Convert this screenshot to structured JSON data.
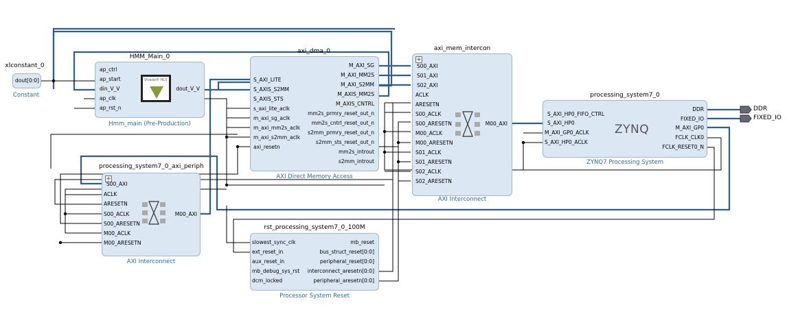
{
  "constant": {
    "instance": "xlconstant_0",
    "port": "dout[0:0]",
    "subtitle": "Constant"
  },
  "hmm": {
    "instance": "HMM_Main_0",
    "subtitle": "Hmm_main (Pre-Production)",
    "logo_text": "Vivado® HLS",
    "ports_left": [
      "ap_ctrl",
      "ap_start",
      "din_V_V",
      "ap_clk",
      "ap_rst_n"
    ],
    "ports_right": [
      "dout_V_V"
    ]
  },
  "dma": {
    "instance": "axi_dma_0",
    "subtitle": "AXI Direct Memory Access",
    "ports_left": [
      "S_AXI_LITE",
      "S_AXIS_S2MM",
      "S_AXIS_STS",
      "s_axi_lite_aclk",
      "m_axi_sg_aclk",
      "m_axi_mm2s_aclk",
      "m_axi_s2mm_aclk",
      "axi_resetn"
    ],
    "ports_right": [
      "M_AXI_SG",
      "M_AXI_MM2S",
      "M_AXI_S2MM",
      "M_AXIS_MM2S",
      "M_AXIS_CNTRL",
      "mm2s_prmry_reset_out_n",
      "mm2s_cntrl_reset_out_n",
      "s2mm_prmry_reset_out_n",
      "s2mm_sts_reset_out_n",
      "mm2s_introut",
      "s2mm_introut"
    ]
  },
  "mem": {
    "instance": "axi_mem_intercon",
    "subtitle": "AXI Interconnect",
    "ports_left": [
      "S00_AXI",
      "S01_AXI",
      "S02_AXI",
      "ACLK",
      "ARESETN",
      "S00_ACLK",
      "S00_ARESETN",
      "M00_ACLK",
      "M00_ARESETN",
      "S01_ACLK",
      "S01_ARESETN",
      "S02_ACLK",
      "S02_ARESETN"
    ],
    "ports_right": [
      "M00_AXI"
    ]
  },
  "ps7": {
    "instance": "processing_system7_0",
    "subtitle": "ZYNQ7 Processing System",
    "logo_text": "ZYNQ",
    "ports_left": [
      "S_AXI_HP0_FIFO_CTRL",
      "S_AXI_HP0",
      "M_AXI_GP0_ACLK",
      "S_AXI_HP0_ACLK"
    ],
    "ports_right": [
      "DDR",
      "FIXED_IO",
      "M_AXI_GP0",
      "FCLK_CLK0",
      "FCLK_RESET0_N"
    ]
  },
  "periph": {
    "instance": "processing_system7_0_axi_periph",
    "subtitle": "AXI Interconnect",
    "ports_left": [
      "S00_AXI",
      "ACLK",
      "ARESETN",
      "S00_ACLK",
      "S00_ARESETN",
      "M00_ACLK",
      "M00_ARESETN"
    ],
    "ports_right": [
      "M00_AXI"
    ]
  },
  "rst": {
    "instance": "rst_processing_system7_0_100M",
    "subtitle": "Processor System Reset",
    "ports_left": [
      "slowest_sync_clk",
      "ext_reset_in",
      "aux_reset_in",
      "mb_debug_sys_rst",
      "dcm_locked"
    ],
    "ports_right": [
      "mb_reset",
      "bus_struct_reset[0:0]",
      "peripheral_reset[0:0]",
      "interconnect_aresetn[0:0]",
      "peripheral_aresetn[0:0]"
    ]
  },
  "external_ports": [
    "DDR",
    "FIXED_IO"
  ],
  "colors": {
    "block_fill": "#dbe8f4",
    "block_border": "#9fb6cc",
    "bus_wire": "#2f5e8e",
    "net_wire": "#000000",
    "subtitle": "#2f6a9c"
  }
}
